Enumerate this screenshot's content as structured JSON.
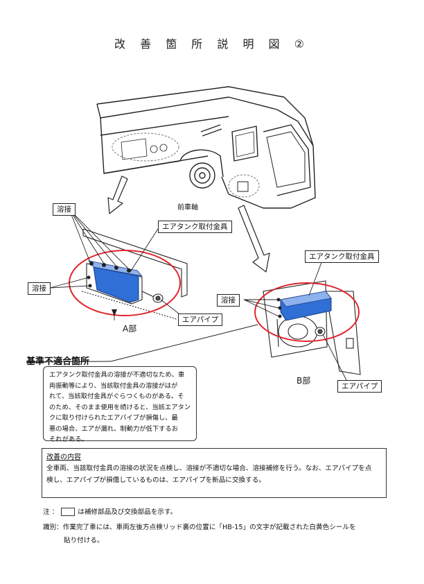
{
  "title": "改 善 箇 所 説 明 図 ②",
  "labels": {
    "front_axle": "前車軸",
    "weld_top": "溶接",
    "weld_left": "溶接",
    "weld_b": "溶接",
    "mount_a": "エアタンク取付金具",
    "mount_b": "エアタンク取付金具",
    "air_pipe_a": "エアパイプ",
    "air_pipe_b": "エアパイプ",
    "part_a": "A部",
    "part_b": "B部"
  },
  "nonconformity": {
    "heading": "基準不適合箇所",
    "lines": [
      "エアタンク取付金具の溶接が不適切なため、車",
      "両振動等により、当該取付金具の溶接がはが",
      "れて、当該取付金具がぐらつくものがある。そ",
      "のため、そのまま使用を続けると、当該エアタン",
      "クに取り付けられたエアパイプが損傷し、最",
      "悪の場合、エアが漏れ、制動力が低下するお",
      "それがある。"
    ]
  },
  "improvement": {
    "heading": "改善の内容",
    "lines": [
      "全車両、当該取付金具の溶接の状況を点検し、溶接が不適切な場合、溶接補修を行う。なお、エアパイプを点",
      "検し、エアパイプが損傷しているものは、エアパイプを新品に交換する。"
    ]
  },
  "notes": {
    "note_prefix": "注 ：",
    "note_text": "は補修部品及び交換部品を示す。",
    "id_prefix": "識別：",
    "id_line1": "作業完了車には、車両左後方点検リッド裏の位置に「HB-15」の文字が記載された白黄色シールを",
    "id_line2": "貼り付ける。"
  },
  "colors": {
    "highlight_circle": "#e0242a",
    "tank_blue": "#2f6fd6",
    "line": "#222222"
  }
}
